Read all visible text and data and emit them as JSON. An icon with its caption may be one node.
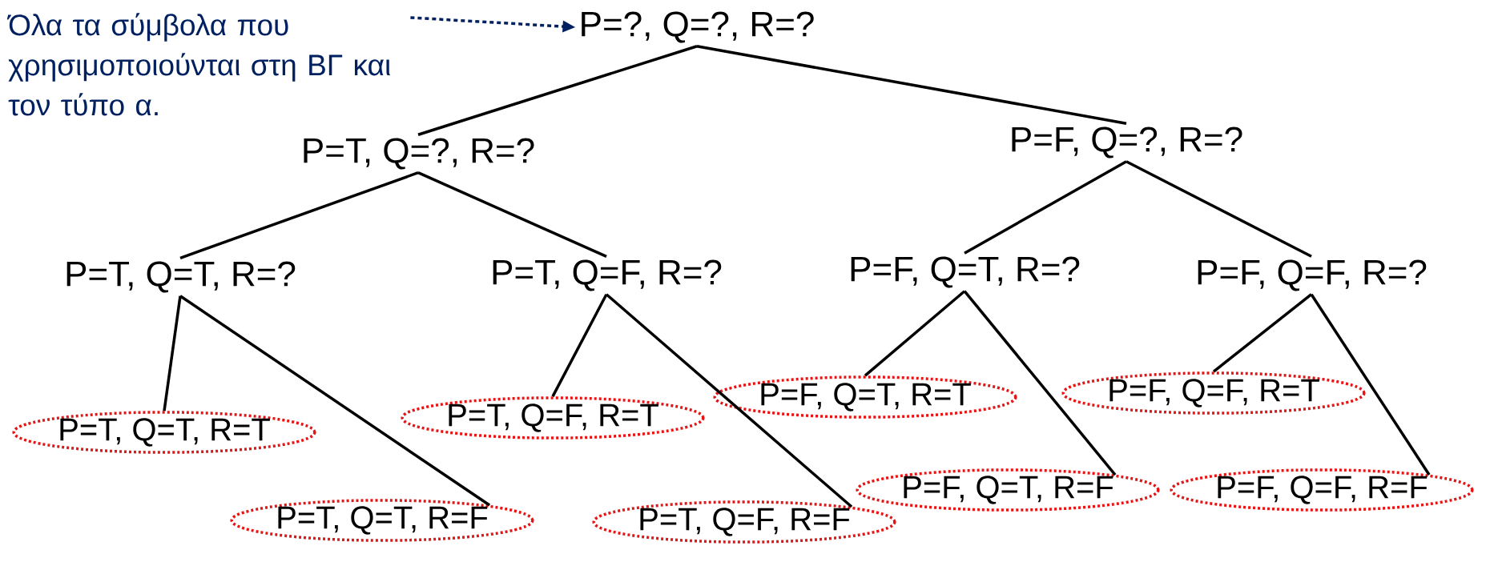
{
  "diagram": {
    "nodes": [
      {
        "text": [
          "Όλα τα σύμβολα που χρησιμοποιούνται στη ΒΓ και τον τύπο α."
        ]
      },
      {
        "text": [
          "P=?, Q=?, R=?"
        ]
      },
      {
        "text": [
          "P=T, Q=?, R=?"
        ]
      },
      {
        "text": [
          "P=F, Q=?, R=?"
        ]
      },
      {
        "text": [
          "P=T, Q=T, R=?"
        ]
      },
      {
        "text": [
          "P=T, Q=F, R=?"
        ]
      },
      {
        "text": [
          "P=F, Q=T, R=?"
        ]
      },
      {
        "text": [
          "P=F, Q=F, R=?"
        ]
      },
      {
        "text": [
          "P=T, Q=T, R=T"
        ]
      },
      {
        "text": [
          "P=T, Q=T, R=F"
        ]
      },
      {
        "text": [
          "P=T, Q=F, R=T"
        ]
      },
      {
        "text": [
          "P=T, Q=F, R=F"
        ]
      },
      {
        "text": [
          "P=F, Q=T, R=T"
        ]
      },
      {
        "text": [
          "P=F, Q=T, R=F"
        ]
      },
      {
        "text": [
          "P=F, Q=F, R=T"
        ]
      },
      {
        "text": [
          "P=F, Q=F, R=F"
        ]
      }
    ],
    "edges": [
      {
        "from": 0,
        "to": 1,
        "arrow": "to",
        "style": "dashed",
        "color": "#002060"
      },
      {
        "from": 1,
        "to": 2,
        "arrow": "none"
      },
      {
        "from": 1,
        "to": 3,
        "arrow": "none"
      },
      {
        "from": 2,
        "to": 4,
        "arrow": "none"
      },
      {
        "from": 2,
        "to": 5,
        "arrow": "none"
      },
      {
        "from": 3,
        "to": 6,
        "arrow": "none"
      },
      {
        "from": 3,
        "to": 7,
        "arrow": "none"
      },
      {
        "from": 4,
        "to": 8,
        "arrow": "none"
      },
      {
        "from": 4,
        "to": 9,
        "arrow": "none"
      },
      {
        "from": 5,
        "to": 10,
        "arrow": "none"
      },
      {
        "from": 5,
        "to": 11,
        "arrow": "none"
      },
      {
        "from": 6,
        "to": 12,
        "arrow": "none"
      },
      {
        "from": 6,
        "to": 13,
        "arrow": "none"
      },
      {
        "from": 7,
        "to": 14,
        "arrow": "none"
      },
      {
        "from": 7,
        "to": 15,
        "arrow": "none"
      }
    ]
  }
}
